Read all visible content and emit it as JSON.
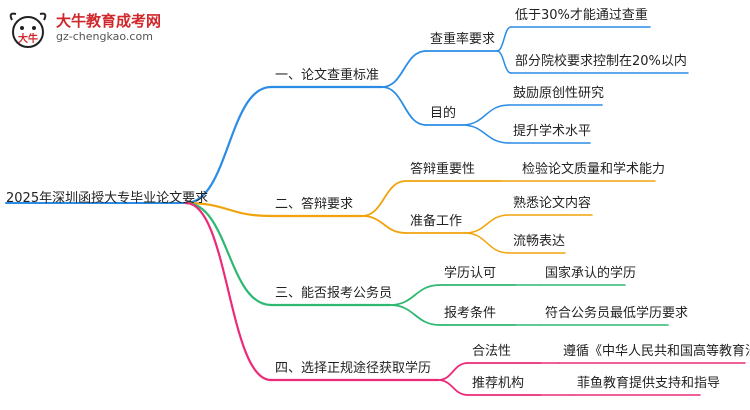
{
  "logo": {
    "title": "大牛教育成考网",
    "url": "gz-chengkao.com",
    "mark_text": "大牛"
  },
  "colors": {
    "blue": "#2b8ce6",
    "orange": "#f0a30a",
    "green": "#2eb872",
    "pink": "#ec2a78",
    "root_line": "#2b8ce6"
  },
  "diagram": {
    "root": "2025年深圳函授大专毕业论文要求",
    "branches": [
      {
        "label": "一、论文查重标准",
        "children": [
          {
            "label": "查重率要求",
            "children": [
              "低于30%才能通过查重",
              "部分院校要求控制在20%以内"
            ]
          },
          {
            "label": "目的",
            "children": [
              "鼓励原创性研究",
              "提升学术水平"
            ]
          }
        ]
      },
      {
        "label": "二、答辩要求",
        "children": [
          {
            "label": "答辩重要性",
            "children": [
              "检验论文质量和学术能力"
            ]
          },
          {
            "label": "准备工作",
            "children": [
              "熟悉论文内容",
              "流畅表达"
            ]
          }
        ]
      },
      {
        "label": "三、能否报考公务员",
        "children": [
          {
            "label": "学历认可",
            "children": [
              "国家承认的学历"
            ]
          },
          {
            "label": "报考条件",
            "children": [
              "符合公务员最低学历要求"
            ]
          }
        ]
      },
      {
        "label": "四、选择正规途径获取学历",
        "children": [
          {
            "label": "合法性",
            "children": [
              "遵循《中华人民共和国高等教育法》"
            ]
          },
          {
            "label": "推荐机构",
            "children": [
              "菲鱼教育提供支持和指导"
            ]
          }
        ]
      }
    ]
  }
}
